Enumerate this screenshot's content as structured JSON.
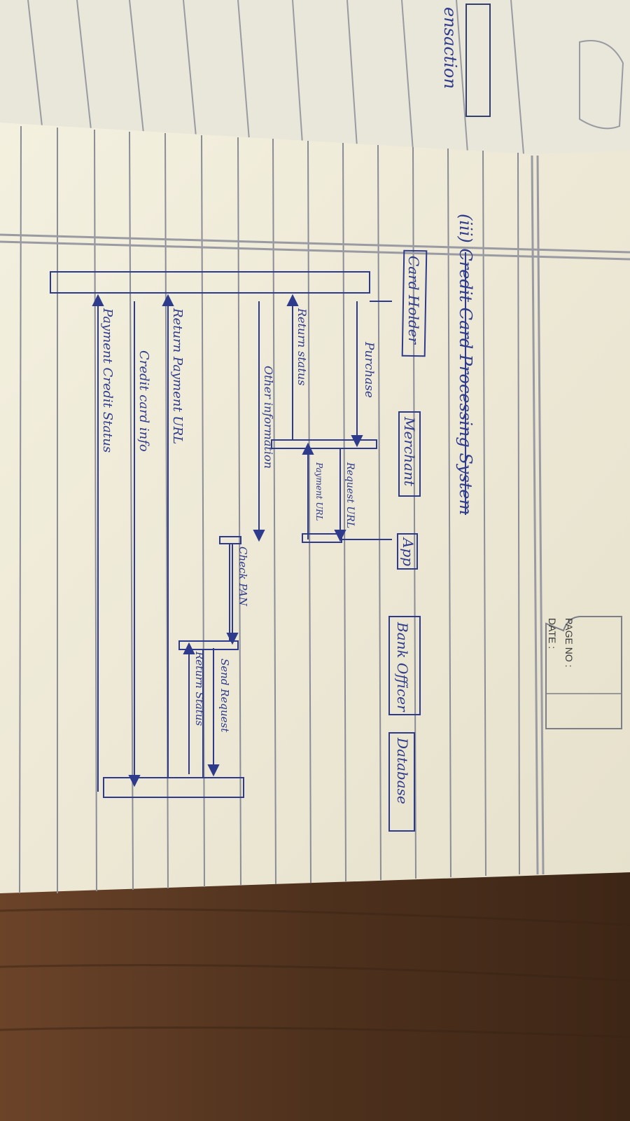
{
  "header": {
    "page_no_label": "PAGE NO :",
    "date_label": "DATE :"
  },
  "prev_page": {
    "partial_word": "ensaction"
  },
  "diagram": {
    "title": "(iii) Credit Card Processing System",
    "participants": [
      {
        "label": "Card Holder"
      },
      {
        "label": "Merchant"
      },
      {
        "label": "App"
      },
      {
        "label": "Bank Officer"
      },
      {
        "label": "Database"
      }
    ],
    "messages": [
      {
        "label": "Purchase"
      },
      {
        "label": "Request URL"
      },
      {
        "label": "Payment URL"
      },
      {
        "label": "Return status"
      },
      {
        "label": "Other information"
      },
      {
        "label": "Check PAN"
      },
      {
        "label": "Send Request"
      },
      {
        "label": "Return Status"
      },
      {
        "label": "Return Payment URL"
      },
      {
        "label": "Credit card info"
      },
      {
        "label": "Payment Credit Status"
      }
    ]
  },
  "colors": {
    "paper": "#f3efdd",
    "ruled_line": "#8a8d97",
    "ink": "#2e3a8c",
    "wood": "#5a3a24"
  }
}
